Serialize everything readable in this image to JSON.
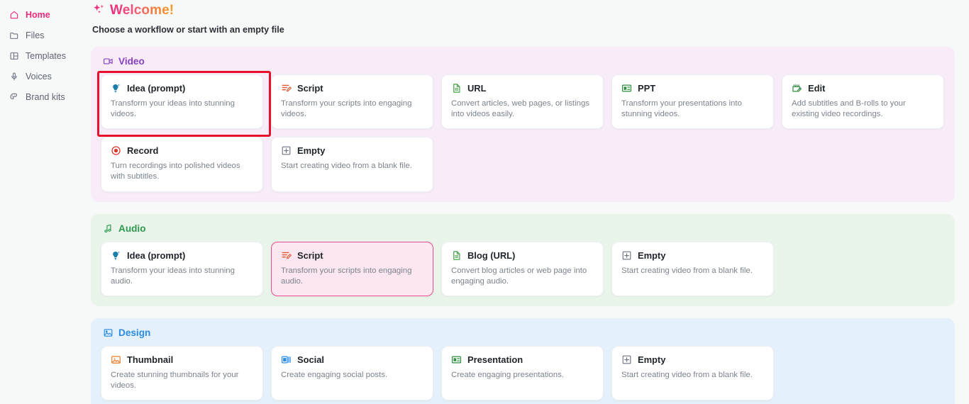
{
  "sidebar": {
    "items": [
      {
        "label": "Home",
        "icon": "home-icon",
        "active": true
      },
      {
        "label": "Files",
        "icon": "folder-icon",
        "active": false
      },
      {
        "label": "Templates",
        "icon": "templates-icon",
        "active": false
      },
      {
        "label": "Voices",
        "icon": "mic-icon",
        "active": false
      },
      {
        "label": "Brand kits",
        "icon": "palette-icon",
        "active": false
      }
    ]
  },
  "header": {
    "sparkle_icon": "sparkles-icon",
    "title": "Welcome!",
    "subtitle": "Choose a workflow or start with an empty file"
  },
  "sections": [
    {
      "key": "video",
      "title": "Video",
      "icon": "video-camera-icon",
      "accent": "#8b3fc4",
      "background": "#f7ecf8",
      "cards": [
        {
          "title": "Idea (prompt)",
          "desc": "Transform your ideas into stunning videos.",
          "icon": "lightbulb-icon",
          "icon_color": "#1a7fa8",
          "state": "annotated"
        },
        {
          "title": "Script",
          "desc": "Transform your scripts into engaging videos.",
          "icon": "script-icon",
          "icon_color": "#e8562f",
          "state": "default"
        },
        {
          "title": "URL",
          "desc": "Convert articles, web pages, or listings into videos easily.",
          "icon": "document-icon",
          "icon_color": "#46a04a",
          "state": "default"
        },
        {
          "title": "PPT",
          "desc": "Transform your presentations into stunning videos.",
          "icon": "slides-icon",
          "icon_color": "#2e8b42",
          "state": "default"
        },
        {
          "title": "Edit",
          "desc": "Add subtitles and B-rolls to your existing video recordings.",
          "icon": "edit-clip-icon",
          "icon_color": "#2e8b42",
          "state": "default"
        },
        {
          "title": "Record",
          "desc": "Turn recordings into polished videos with subtitles.",
          "icon": "record-icon",
          "icon_color": "#e1342b",
          "state": "default"
        },
        {
          "title": "Empty",
          "desc": "Start creating video from a blank file.",
          "icon": "plus-square-icon",
          "icon_color": "#6b7280",
          "state": "default"
        }
      ]
    },
    {
      "key": "audio",
      "title": "Audio",
      "icon": "music-note-icon",
      "accent": "#2e9a4e",
      "background": "#e9f4ea",
      "cards": [
        {
          "title": "Idea (prompt)",
          "desc": "Transform your ideas into stunning audio.",
          "icon": "lightbulb-icon",
          "icon_color": "#1a7fa8",
          "state": "default"
        },
        {
          "title": "Script",
          "desc": "Transform your scripts into engaging audio.",
          "icon": "script-icon",
          "icon_color": "#e8562f",
          "state": "selected"
        },
        {
          "title": "Blog (URL)",
          "desc": "Convert blog articles or web page into engaging audio.",
          "icon": "document-icon",
          "icon_color": "#46a04a",
          "state": "default"
        },
        {
          "title": "Empty",
          "desc": "Start creating video from a blank file.",
          "icon": "plus-square-icon",
          "icon_color": "#6b7280",
          "state": "default"
        }
      ]
    },
    {
      "key": "design",
      "title": "Design",
      "icon": "image-icon",
      "accent": "#2b8ce8",
      "background": "#e4f0fb",
      "cards": [
        {
          "title": "Thumbnail",
          "desc": "Create stunning thumbnails for your videos.",
          "icon": "thumbnail-icon",
          "icon_color": "#e8802f",
          "state": "default"
        },
        {
          "title": "Social",
          "desc": "Create engaging social posts.",
          "icon": "social-icon",
          "icon_color": "#2b8ce8",
          "state": "default"
        },
        {
          "title": "Presentation",
          "desc": "Create engaging presentations.",
          "icon": "slides-icon",
          "icon_color": "#2e8b42",
          "state": "default"
        },
        {
          "title": "Empty",
          "desc": "Start creating video from a blank file.",
          "icon": "plus-square-icon",
          "icon_color": "#6b7280",
          "state": "default"
        }
      ]
    }
  ],
  "colors": {
    "active_nav": "#ec297b",
    "annotation_border": "#e8112d",
    "selected_card_bg": "#fce7f0",
    "selected_card_border": "#ec4d92",
    "page_bg": "#f7f8f8"
  }
}
